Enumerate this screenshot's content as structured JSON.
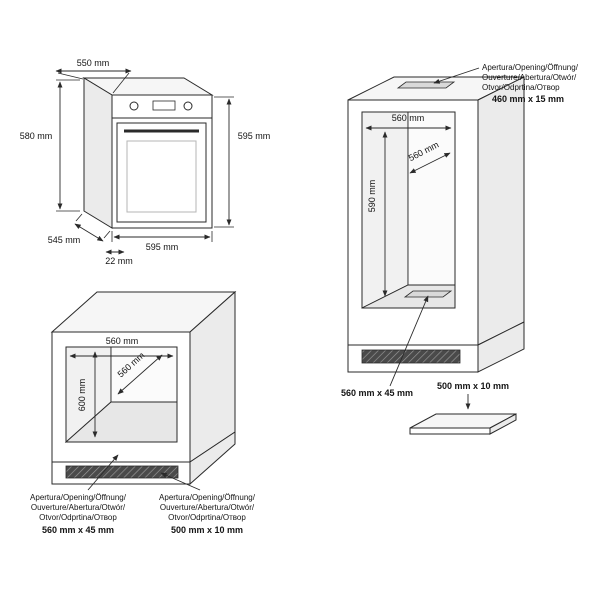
{
  "oven": {
    "dim_top": "550 mm",
    "dim_left": "580 mm",
    "dim_right": "595 mm",
    "dim_depth": "545 mm",
    "dim_width": "595 mm",
    "dim_door_gap": "22 mm"
  },
  "tall_cabinet": {
    "note": {
      "line1": "Apertura/Opening/Öffnung/",
      "line2": "Ouverture/Abertura/Otwór/",
      "line3": "Otvor/Odprtina/Отвор",
      "size": "460 mm x 15 mm"
    },
    "dim_opening_width": "560 mm",
    "dim_depth": "560 mm",
    "dim_height": "590 mm",
    "floor_vent_size": "560 mm x 45 mm",
    "spacer_size": "500 mm x 10 mm"
  },
  "base_cabinet": {
    "dim_opening_width": "560 mm",
    "dim_depth": "560 mm",
    "dim_height": "600 mm",
    "note_left": {
      "line1": "Apertura/Opening/Öffnung/",
      "line2": "Ouverture/Abertura/Otwór/",
      "line3": "Otvor/Odprtina/Отвор",
      "size": "560 mm x 45 mm"
    },
    "note_right": {
      "line1": "Apertura/Opening/Öffnung/",
      "line2": "Ouverture/Abertura/Otwór/",
      "line3": "Otvor/Odprtina/Отвор",
      "size": "500 mm x 10 mm"
    }
  }
}
